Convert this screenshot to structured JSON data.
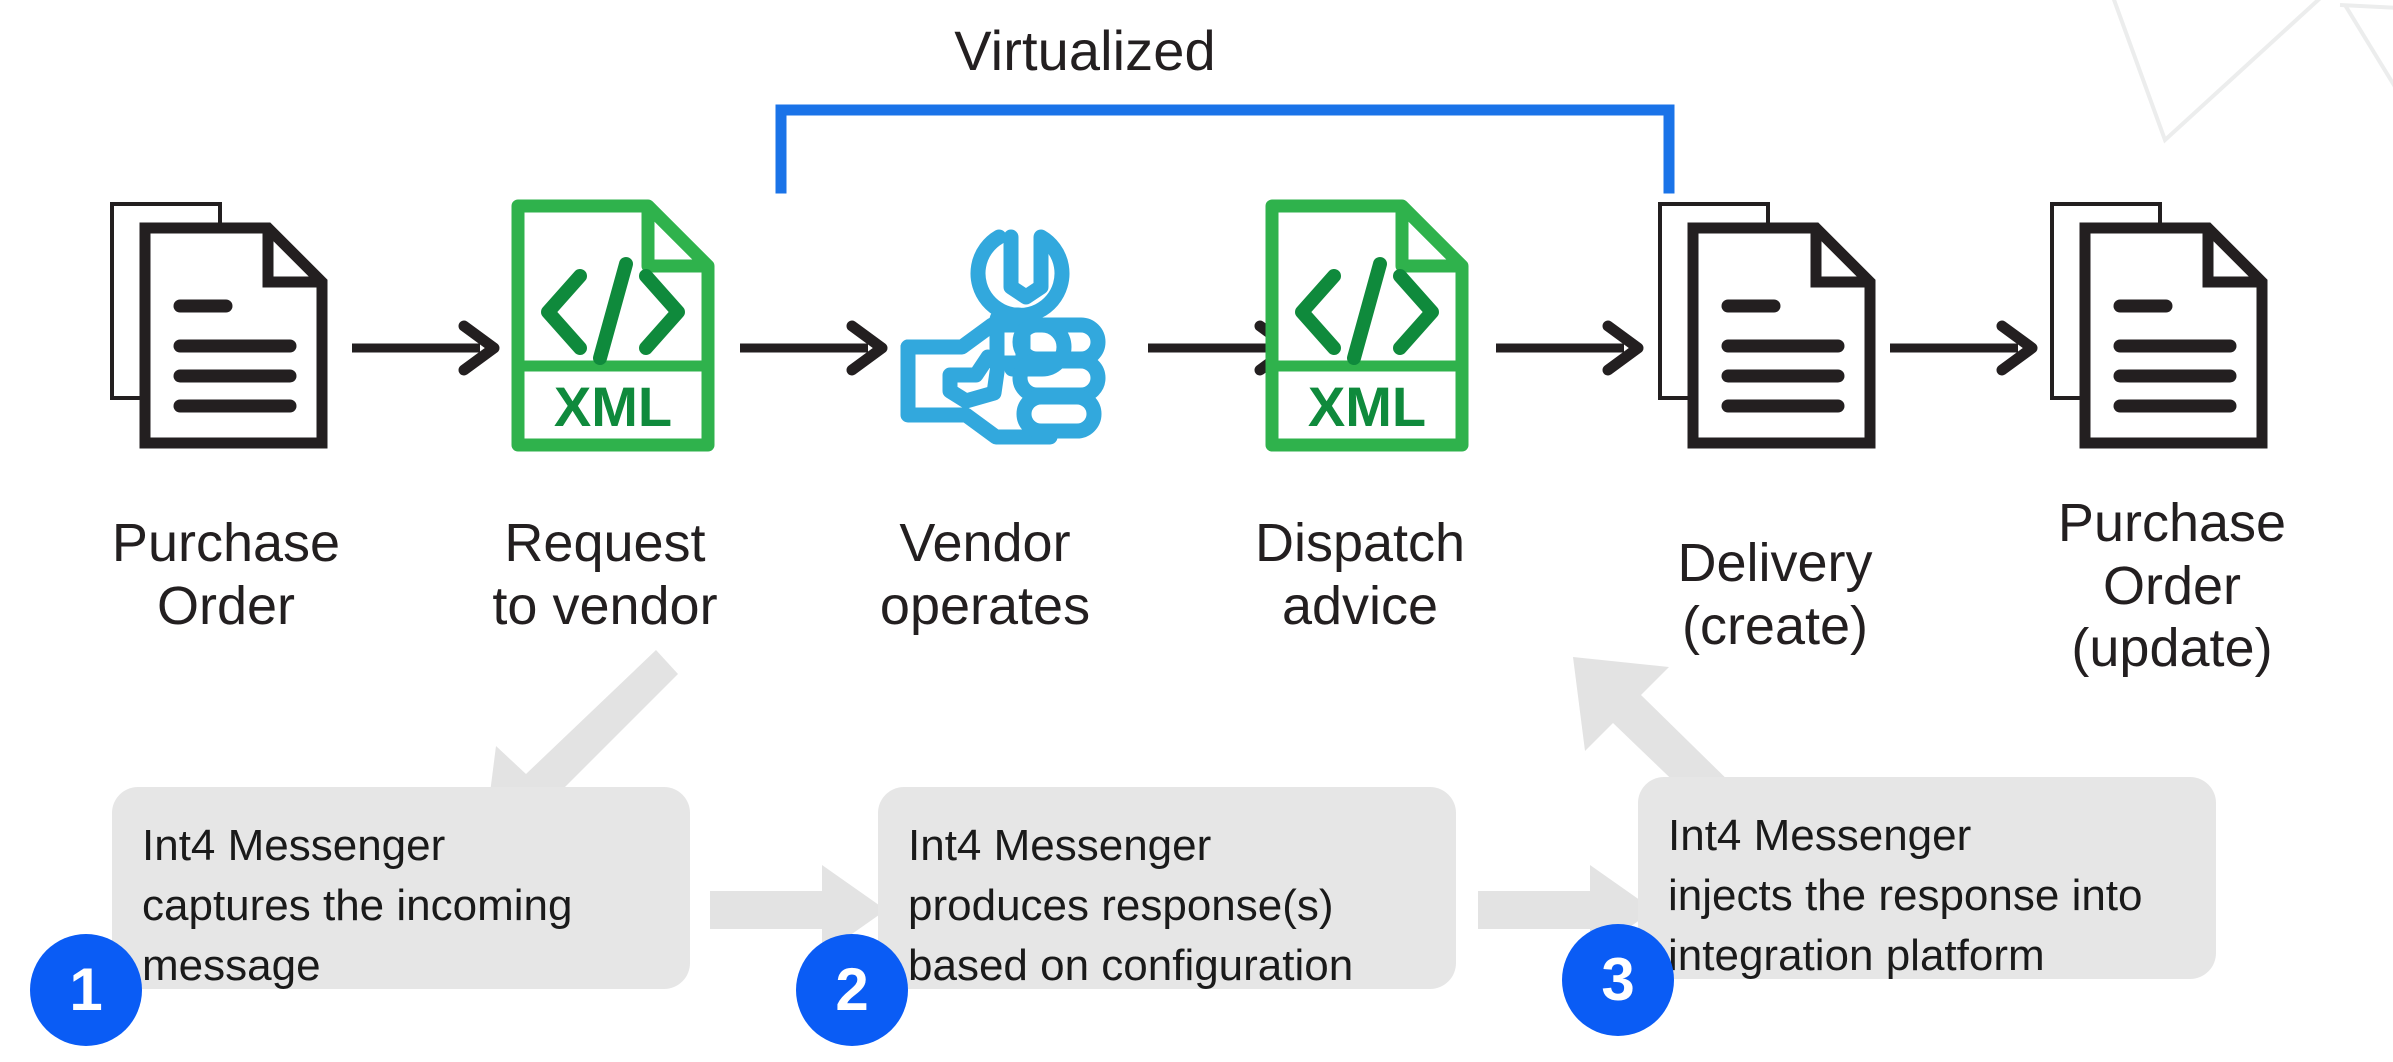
{
  "diagram": {
    "title": "Int4 Messenger virtualization flow",
    "background_color": "#ffffff",
    "accent_blue": "#0a5cf5",
    "bracket_blue": "#1a73e8",
    "icon_green": "#29a745",
    "icon_cyan": "#32a8dd",
    "box_gray": "#e6e6e6",
    "text_dark": "#231f20"
  },
  "virtualized": {
    "label": "Virtualized",
    "bracket_color": "#1a73e8",
    "spans_steps": [
      "Vendor operates"
    ]
  },
  "flow": {
    "items": [
      {
        "id": "purchase-order",
        "icon": "document-stack-icon",
        "icon_color": "#231f20",
        "caption": "Purchase\nOrder"
      },
      {
        "id": "request-to-vendor",
        "icon": "xml-file-icon",
        "icon_color": "#29a745",
        "icon_label": "XML",
        "caption": "Request\nto vendor"
      },
      {
        "id": "vendor-operates",
        "icon": "hand-wrench-icon",
        "icon_color": "#32a8dd",
        "caption": "Vendor\noperates"
      },
      {
        "id": "dispatch-advice",
        "icon": "xml-file-icon",
        "icon_color": "#29a745",
        "icon_label": "XML",
        "caption": "Dispatch\nadvice"
      },
      {
        "id": "delivery-create",
        "icon": "document-stack-icon",
        "icon_color": "#231f20",
        "caption": "Delivery\n(create)"
      },
      {
        "id": "purchase-order-update",
        "icon": "document-stack-icon",
        "icon_color": "#231f20",
        "caption": "Purchase\nOrder\n(update)"
      }
    ],
    "connector": "arrow-right-icon",
    "connector_count": 5
  },
  "steps": [
    {
      "number": "1",
      "text": "Int4 Messenger\ncaptures the incoming\nmessage"
    },
    {
      "number": "2",
      "text": "Int4 Messenger\nproduces response(s)\nbased on configuration"
    },
    {
      "number": "3",
      "text": "Int4 Messenger\ninjects the response into\nintegration platform"
    }
  ],
  "connectors": {
    "step_arrow": "arrow-right-thick-icon",
    "capture_arrow": "arrow-down-left-icon",
    "inject_arrow": "arrow-up-left-icon"
  }
}
